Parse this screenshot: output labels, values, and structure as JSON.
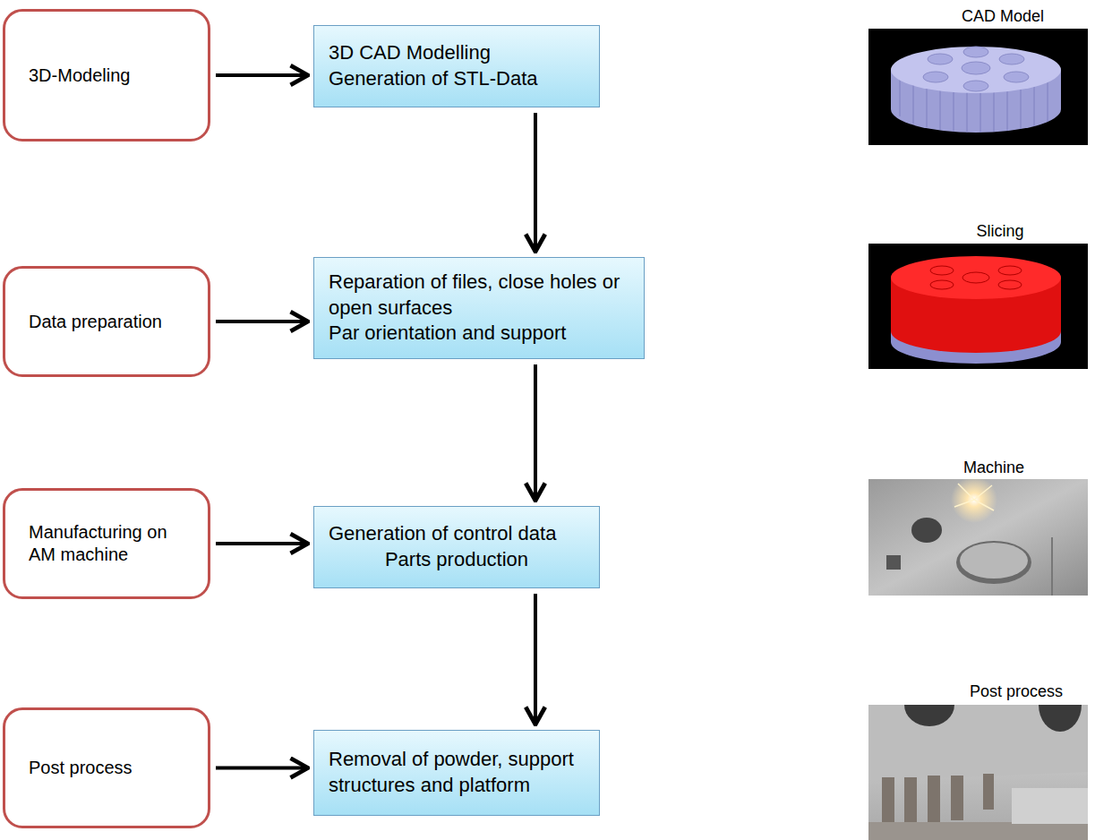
{
  "diagram": {
    "nodes": [
      {
        "text": [
          "3D-Modeling"
        ]
      },
      {
        "text": [
          "3D CAD Modelling",
          "Generation of STL-Data"
        ]
      },
      {
        "text": [
          "Data preparation"
        ]
      },
      {
        "text": [
          "Reparation of files, close holes or open surfaces",
          "Par orientation and support"
        ]
      },
      {
        "text": [
          "Manufacturing on AM machine"
        ]
      },
      {
        "text": [
          "Generation of control data",
          "Parts production"
        ]
      },
      {
        "text": [
          "Post process"
        ]
      },
      {
        "text": [
          "Removal of powder, support structures and platform"
        ]
      }
    ],
    "edges": [
      {
        "from": 0,
        "to": 1,
        "arrow": "to"
      },
      {
        "from": 2,
        "to": 3,
        "arrow": "to"
      },
      {
        "from": 4,
        "to": 5,
        "arrow": "to"
      },
      {
        "from": 6,
        "to": 7,
        "arrow": "to"
      },
      {
        "from": 1,
        "to": 3,
        "arrow": "to"
      },
      {
        "from": 3,
        "to": 5,
        "arrow": "to"
      },
      {
        "from": 5,
        "to": 7,
        "arrow": "to"
      }
    ],
    "labels": [
      "CAD Model",
      "Slicing",
      "Machine",
      "Post process"
    ]
  }
}
